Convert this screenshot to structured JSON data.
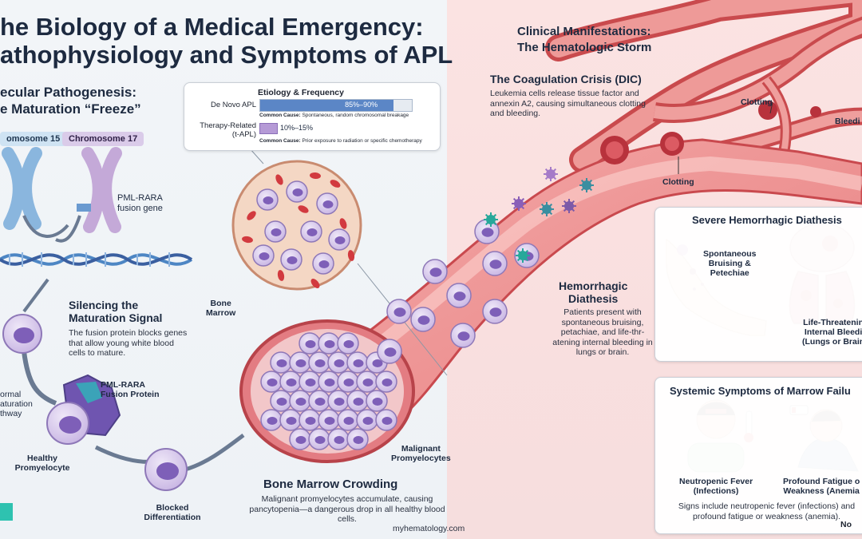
{
  "title": {
    "line1": "he Biology of a Medical Emergency:",
    "line2": "athophysiology and Symptoms of APL"
  },
  "left": {
    "section_title_1": "ecular Pathogenesis:",
    "section_title_2": "e Maturation “Freeze”",
    "chromosome_15": "omosome 15",
    "chromosome_17": "Chromosome 17",
    "fusion_gene": "PML-RARA\nfusion gene",
    "silencing_title": "Silencing the\nMaturation Signal",
    "silencing_body": "The fusion protein blocks genes that allow young white blood cells to mature.",
    "normal_pathway": "ormal\naturation\nthway",
    "fusion_protein": "PML-RARA\nFusion Protein",
    "healthy": "Healthy\nPromyelocyte",
    "blocked": "Blocked\nDifferentiation"
  },
  "etiology": {
    "title": "Etiology & Frequency",
    "row1_label": "De Novo APL",
    "row1_value": "85%–90%",
    "row1_fraction": 0.88,
    "row1_cause_label": "Common Cause:",
    "row1_cause": "Spontaneous, random chromosomal breakage",
    "row2_label": "Therapy-Related\n(t-APL)",
    "row2_value": "10%–15%",
    "row2_fraction": 0.12,
    "row2_cause_label": "Common Cause:",
    "row2_cause": "Prior exposure to radiation or specific chemotherapy"
  },
  "center": {
    "bone_marrow": "Bone\nMarrow",
    "malignant": "Malignant\nPromyelocytes",
    "crowding_title": "Bone Marrow Crowding",
    "crowding_body": "Malignant promyelocytes accumulate, causing pancytopenia—a dangerous drop in all healthy blood cells.",
    "source": "myhematology.com"
  },
  "right": {
    "clinical_title": "Clinical Manifestations:\nThe Hematologic Storm",
    "dic_title": "The Coagulation Crisis (DIC)",
    "dic_body": "Leukemia cells release tissue factor and annexin A2, causing simultaneous clotting and bleeding.",
    "clotting_1": "Clotting",
    "clotting_2": "Clotting",
    "bleeding": "Bleedi",
    "hemo_title": "Hemorrhagic\nDiathesis",
    "hemo_body": "Patients present with spontaneous bruising, petachiae, and life-thr-atening internal bleeding in lungs or brain.",
    "severe_title": "Severe Hemorrhagic Diathesis",
    "bruising": "Spontaneous\nBruising &\nPetechiae",
    "internal": "Life-Threatenin\nInternal Bleedi\n(Lungs or Brain",
    "systemic_title": "Systemic Symptoms of Marrow Failu",
    "fever": "Neutropenic Fever\n(Infections)",
    "fatigue": "Profound Fatigue o\nWeakness (Anemia",
    "systemic_body": "Signs include neutropenic fever (infections) and profound fatigue or weakness (anemia).",
    "brand": "No"
  },
  "colors": {
    "vessel": "#d9515a",
    "cell": "#a98fd0",
    "nucleus": "#7e5fb8",
    "rbc": "#d23a3f",
    "bar": "#5b86c6",
    "bar2": "#b59ad6",
    "title": "#1d2a40"
  }
}
